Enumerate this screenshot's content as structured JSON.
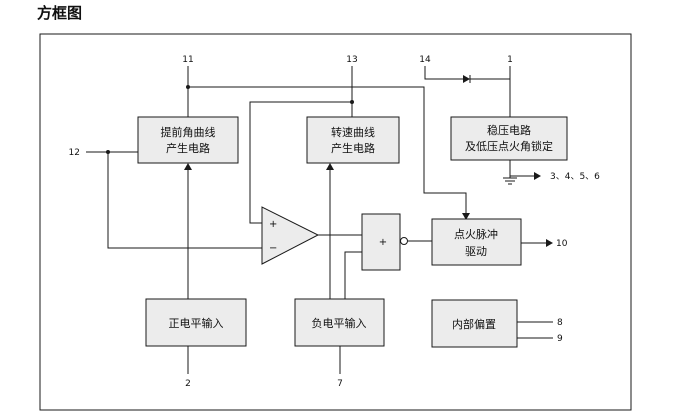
{
  "title": "方框图",
  "pins": {
    "p11": "11",
    "p13": "13",
    "p14": "14",
    "p1": "1",
    "p12": "12",
    "p345_6": "3、4、5、6",
    "p10": "10",
    "p2": "2",
    "p7": "7",
    "p8": "8",
    "p9": "9"
  },
  "blocks": {
    "advance_curve": [
      "提前角曲线",
      "产生电路"
    ],
    "speed_curve": [
      "转速曲线",
      "产生电路"
    ],
    "regulator": [
      "稳压电路",
      "及低压点火角锁定"
    ],
    "ignition_driver": [
      "点火脉冲",
      "驱动"
    ],
    "pos_level_input": [
      "正电平输入"
    ],
    "neg_level_input": [
      "负电平输入"
    ],
    "internal_bias": [
      "内部偏置"
    ]
  },
  "signs": {
    "comp_plus": "+",
    "comp_minus": "−",
    "gate_plus": "+"
  }
}
